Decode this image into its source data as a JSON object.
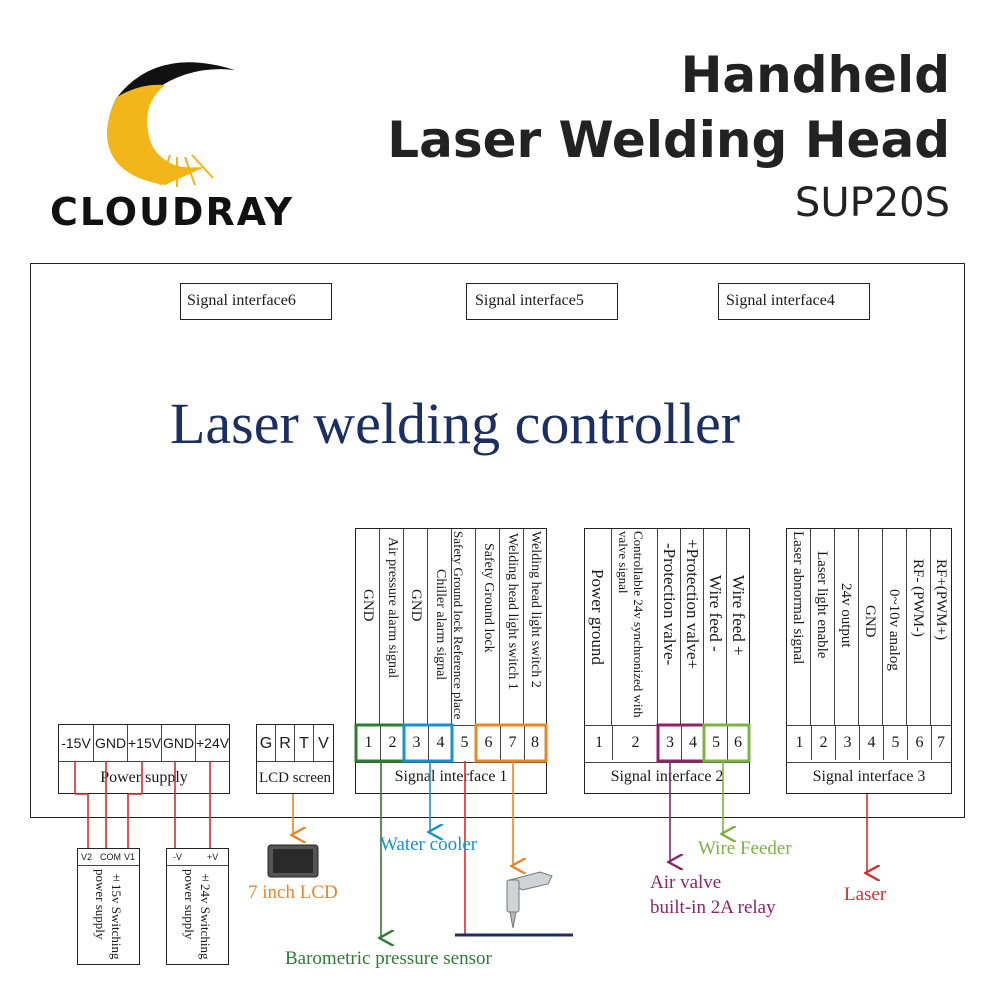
{
  "brand": {
    "name": "CLOUDRAY"
  },
  "header": {
    "title_line1": "Handheld",
    "title_line2": "Laser Welding Head",
    "model": "SUP20S"
  },
  "controller": {
    "title": "Laser welding controller"
  },
  "top_interfaces": [
    "Signal interface6",
    "Signal interface5",
    "Signal interface4"
  ],
  "power_supply": {
    "pins": [
      "-15V",
      "GND",
      "+15V",
      "GND",
      "+24V"
    ],
    "label": "Power supply"
  },
  "lcd": {
    "pins": [
      "G",
      "R",
      "T",
      "V"
    ],
    "label": "LCD screen"
  },
  "interface1": {
    "label": "Signal interface 1",
    "pins": [
      "1",
      "2",
      "3",
      "4",
      "5",
      "6",
      "7",
      "8"
    ],
    "descriptions": [
      "GND",
      "Air pressure alarm signal",
      "GND",
      "Chiller alarm signal",
      "Safety Ground lock Reference place",
      "Safety Ground lock",
      "Welding head light switch 1",
      "Welding head light switch 2"
    ]
  },
  "interface2": {
    "label": "Signal interface 2",
    "pins": [
      "1",
      "2",
      "3",
      "4",
      "5",
      "6"
    ],
    "descriptions": [
      "Power ground",
      "Controllable 24v synchronized with valve signal",
      "-Protection valve-",
      "+Protection valve+",
      "Wire feed -",
      "Wire feed +"
    ]
  },
  "interface3": {
    "label": "Signal interface 3",
    "pins": [
      "1",
      "2",
      "3",
      "4",
      "5",
      "6",
      "7"
    ],
    "descriptions": [
      "Laser abnormal signal",
      "Laser light enable",
      "24v output",
      "GND",
      "0~10v analog",
      "RF- (PWM-)",
      "RF+(PWM+)"
    ]
  },
  "psu_15v": {
    "terminals": [
      "V2",
      "COM",
      "V1"
    ],
    "label": "±15v Switching power supply"
  },
  "psu_24v": {
    "terminals": [
      "-V",
      "+V"
    ],
    "label": "±24v Switching power supply"
  },
  "external": {
    "lcd": "7 inch LCD",
    "water_cooler": "Water cooler",
    "barometric": "Barometric pressure sensor",
    "air_valve_1": "Air valve",
    "air_valve_2": "built-in 2A relay",
    "wire_feeder": "Wire Feeder",
    "laser": "Laser"
  },
  "colors": {
    "navy": "#1c2f63",
    "gold": "#f2b51a",
    "green": "#2e7d32",
    "blue": "#1b8fd0",
    "orange": "#e8862a",
    "red": "#d32f2f",
    "purple": "#8e2469",
    "olive": "#7cb342"
  }
}
